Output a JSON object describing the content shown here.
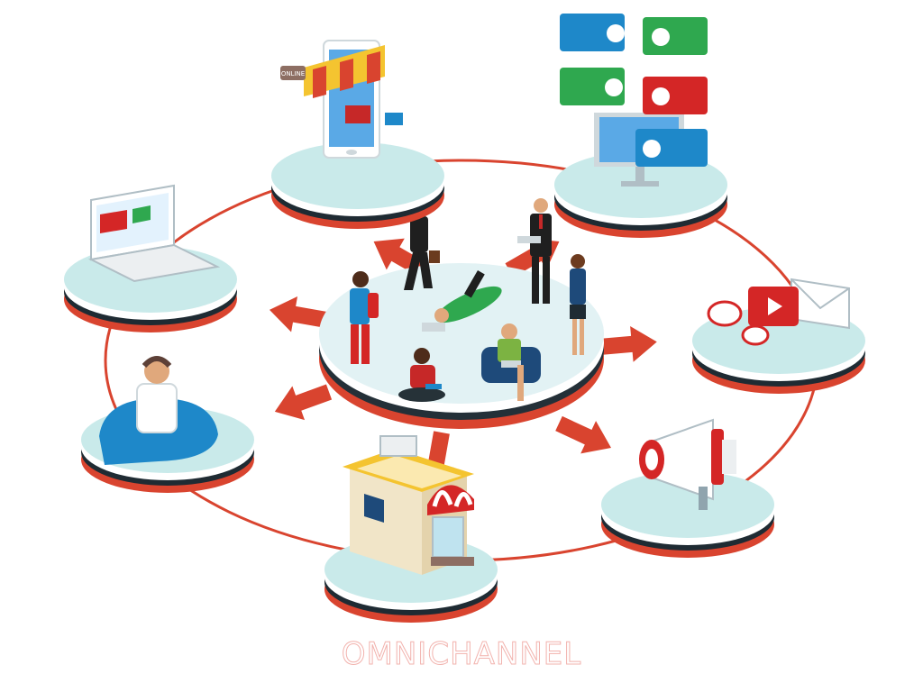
{
  "caption": {
    "text": "OMNICHANNEL"
  },
  "colors": {
    "ring": "#d9442f",
    "arrow": "#d9442f",
    "platform_top": "#c9eaea",
    "platform_side": "#ffffff",
    "platform_base": "#d9442f",
    "hub_top": "#e2f2f4",
    "accent_blue": "#1f77c9",
    "accent_green": "#2fa84f",
    "accent_red": "#d42626"
  },
  "hub": {
    "icon": "people-group-icon"
  },
  "channels": [
    {
      "id": "online-store",
      "icon": "smartphone-shop-icon",
      "stand_label": "ONLINE"
    },
    {
      "id": "reviews",
      "icon": "chat-reviews-icon"
    },
    {
      "id": "web",
      "icon": "laptop-icon"
    },
    {
      "id": "media",
      "icon": "email-video-icon"
    },
    {
      "id": "support",
      "icon": "call-center-agent-icon"
    },
    {
      "id": "advertising",
      "icon": "megaphone-icon"
    },
    {
      "id": "physical-store",
      "icon": "storefront-icon"
    }
  ]
}
